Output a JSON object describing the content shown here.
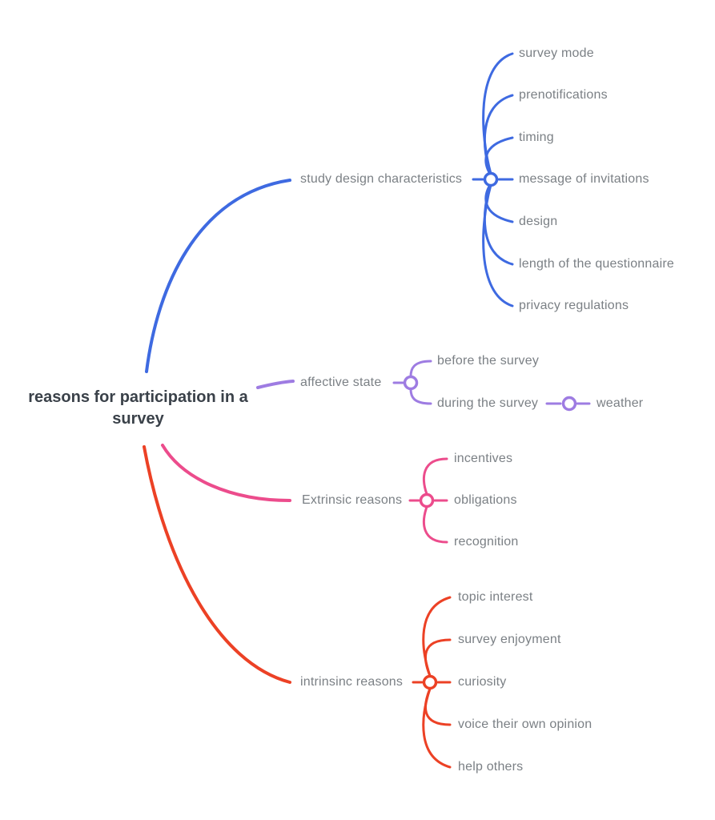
{
  "title": "reasons for participation in a survey mind map",
  "colors": {
    "blue": "#3E6AE1",
    "purple": "#9E7CE2",
    "pink": "#EC4C8C",
    "red": "#EC4125",
    "label_gray": "#7b8085",
    "title_dark": "#3A4149",
    "background": "#FFFFFF"
  },
  "root": {
    "label": "reasons for participation in a survey"
  },
  "branches": [
    {
      "id": "study-design-characteristics",
      "label": "study design characteristics",
      "color": "#3E6AE1",
      "children": [
        {
          "label": "survey mode"
        },
        {
          "label": "prenotifications"
        },
        {
          "label": "timing"
        },
        {
          "label": "message of invitations"
        },
        {
          "label": "design"
        },
        {
          "label": "length of the questionnaire"
        },
        {
          "label": "privacy regulations"
        }
      ]
    },
    {
      "id": "affective-state",
      "label": "affective state",
      "color": "#9E7CE2",
      "children": [
        {
          "label": "before the survey"
        },
        {
          "label": "during the survey",
          "children": [
            {
              "label": "weather"
            }
          ]
        }
      ]
    },
    {
      "id": "extrinsic-reasons",
      "label": "Extrinsic reasons",
      "color": "#EC4C8C",
      "children": [
        {
          "label": "incentives"
        },
        {
          "label": "obligations"
        },
        {
          "label": "recognition"
        }
      ]
    },
    {
      "id": "intrinsic-reasons",
      "label": "intrinsinc reasons",
      "color": "#EC4125",
      "children": [
        {
          "label": "topic interest"
        },
        {
          "label": "survey enjoyment"
        },
        {
          "label": "curiosity"
        },
        {
          "label": "voice their own opinion"
        },
        {
          "label": "help others"
        }
      ]
    }
  ]
}
